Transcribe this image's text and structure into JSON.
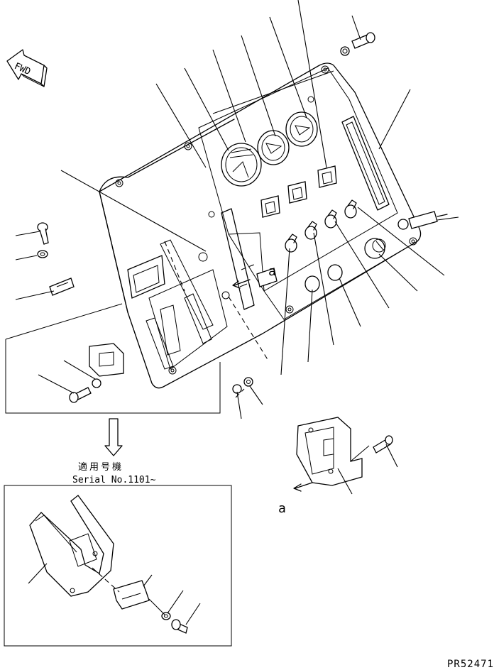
{
  "orientation_label": "FWD",
  "view_marker": "a",
  "detail_marker": "a",
  "applicable_label": "適用号機",
  "serial_label": "Serial No.1101~",
  "figure_code": "PR52471"
}
